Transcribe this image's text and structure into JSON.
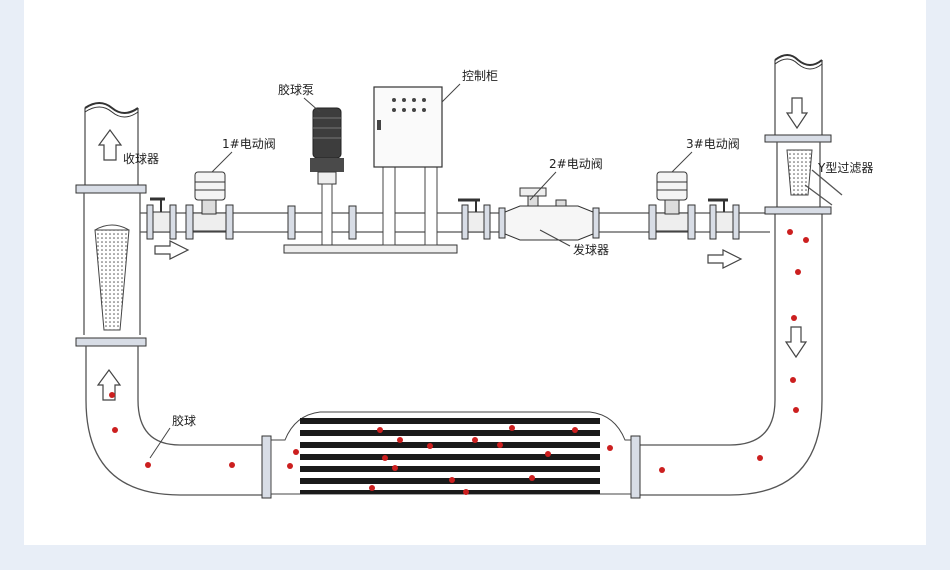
{
  "labels": {
    "pump": "胶球泵",
    "control_cabinet": "控制柜",
    "valve1": "1#电动阀",
    "valve2": "2#电动阀",
    "valve3": "3#电动阀",
    "collector": "收球器",
    "launcher": "发球器",
    "y_filter": "Y型过滤器",
    "ball": "胶球"
  },
  "colors": {
    "ball": "#cc1f1f",
    "pipe": "#555555",
    "tube": "#1a1a1a",
    "background": "#e8eef7"
  }
}
